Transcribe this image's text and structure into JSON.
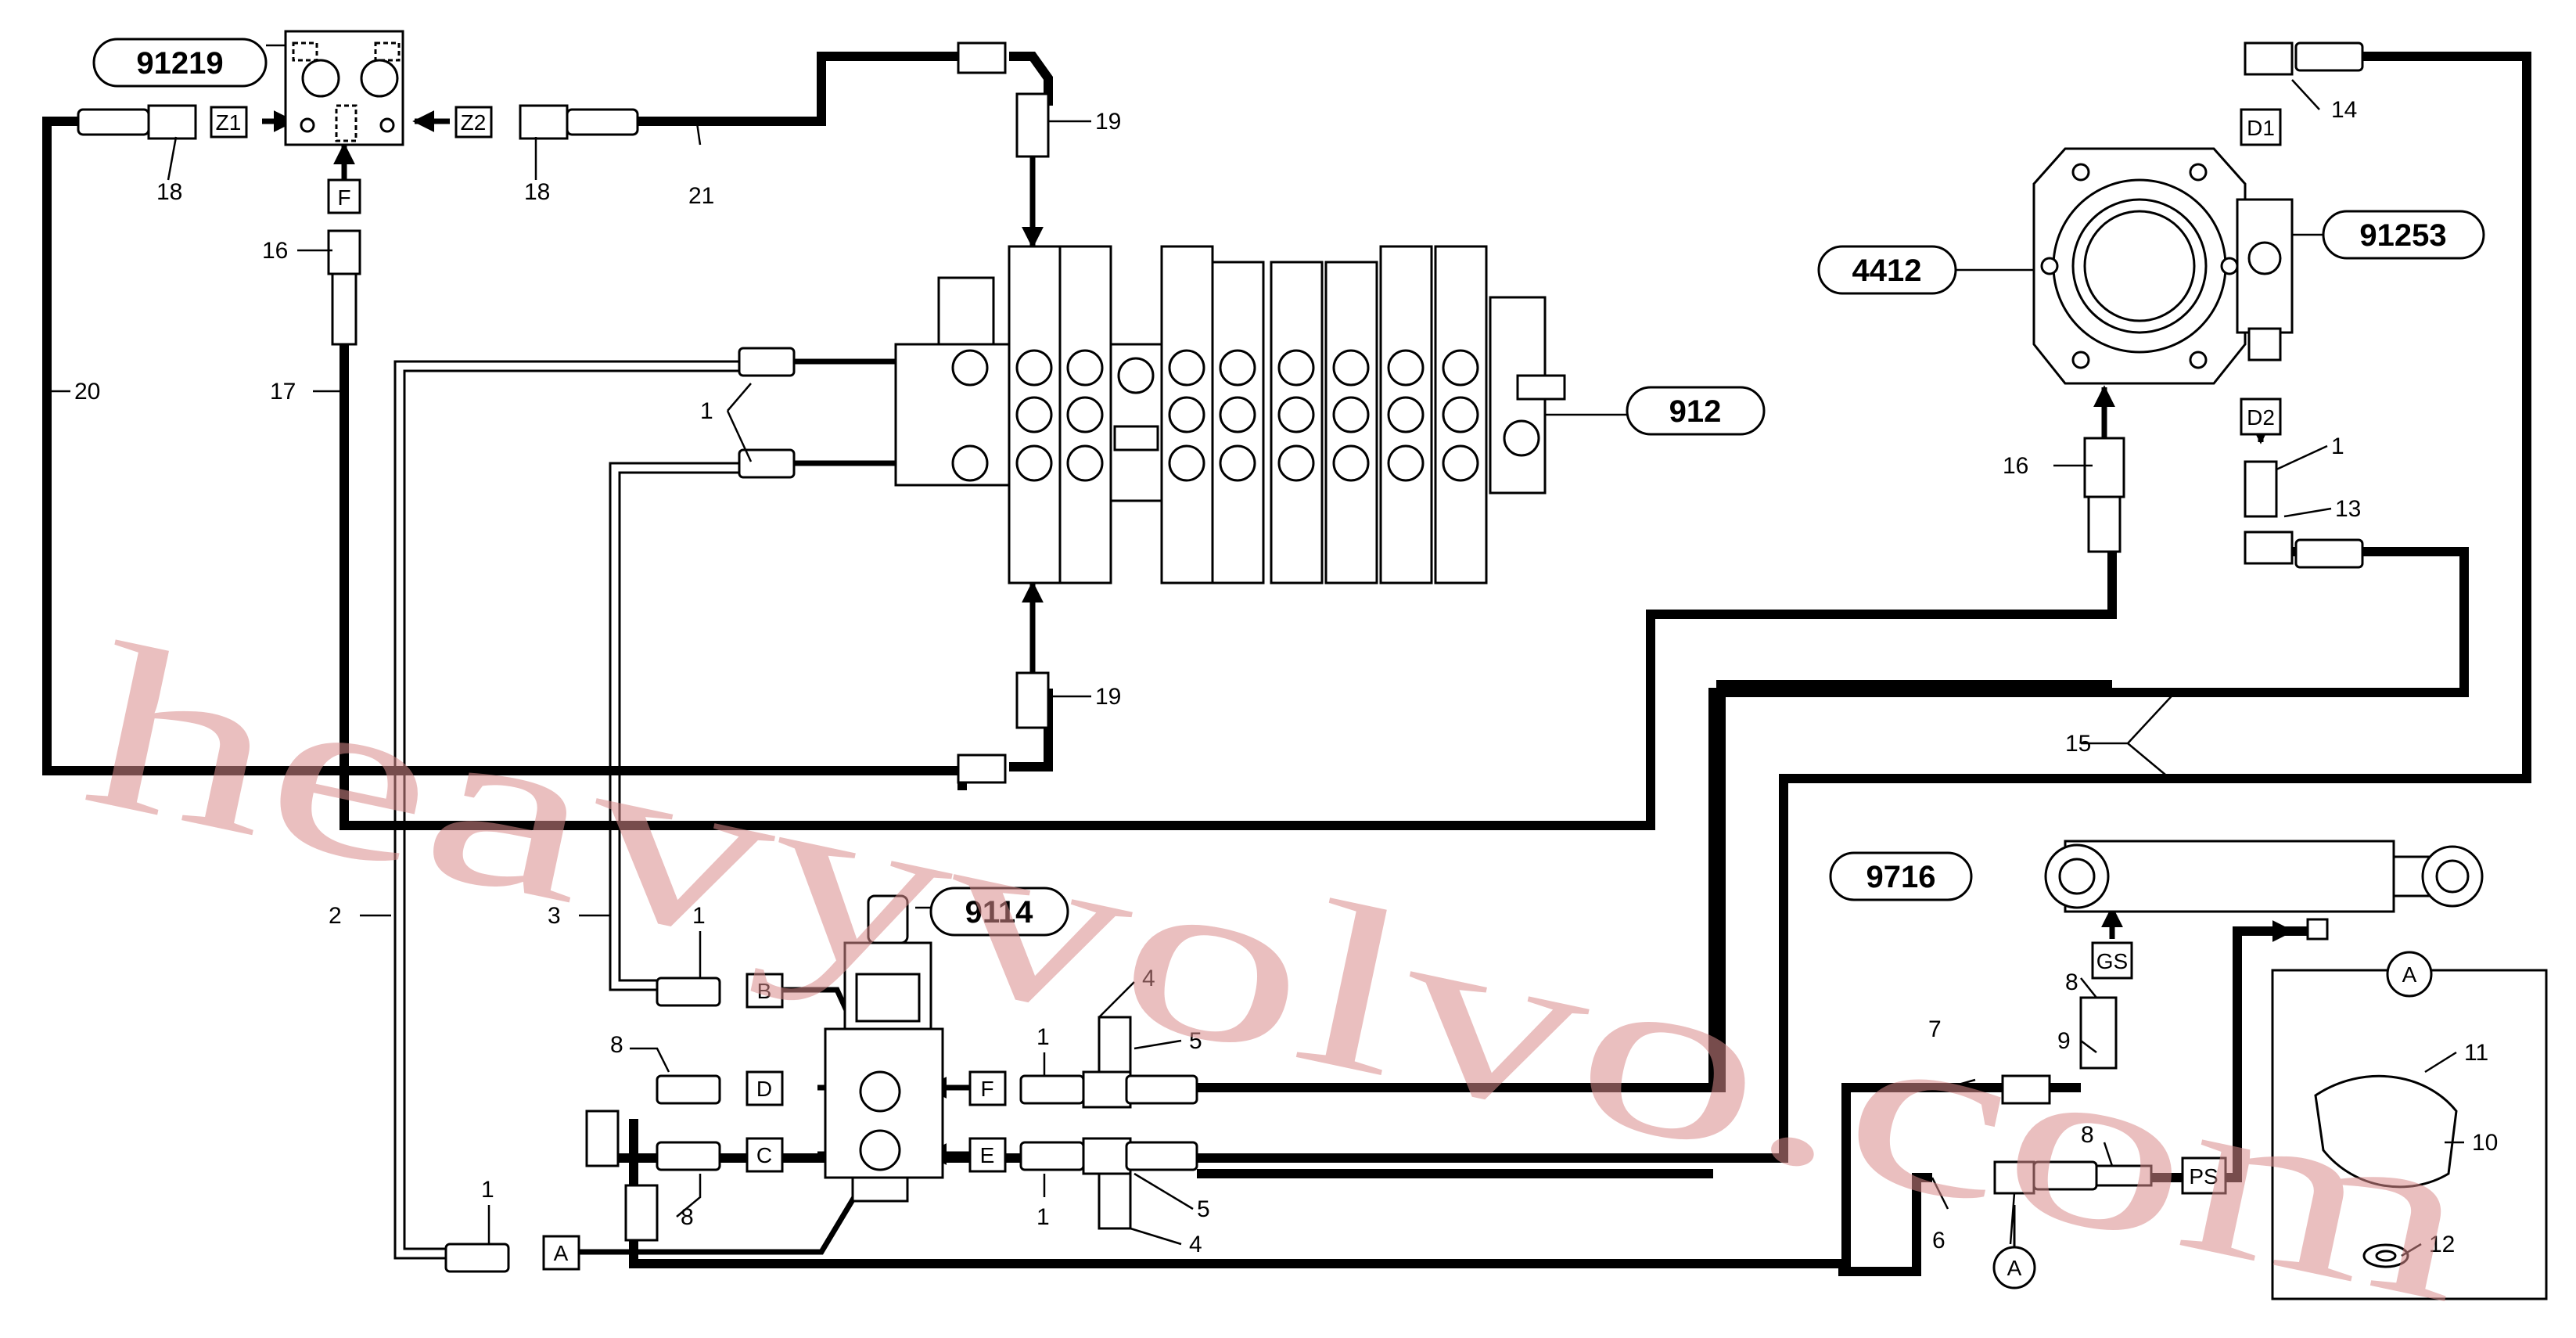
{
  "watermark": "heavyvolvo.com",
  "components": {
    "c91219": "91219",
    "c912": "912",
    "c9114": "9114",
    "c4412": "4412",
    "c91253": "91253",
    "c9716": "9716"
  },
  "ports": {
    "z1": "Z1",
    "z2": "Z2",
    "f_top": "F",
    "d1": "D1",
    "d2": "D2",
    "gs": "GS",
    "b": "B",
    "d": "D",
    "c": "C",
    "a": "A",
    "f_mid": "F",
    "e": "E",
    "ps": "PS"
  },
  "detail": {
    "label": "A",
    "marker": "A"
  },
  "callouts": {
    "n18a": "18",
    "n18b": "18",
    "n21": "21",
    "n19a": "19",
    "n19b": "19",
    "n16a": "16",
    "n20": "20",
    "n17": "17",
    "n1a": "1",
    "n14": "14",
    "n16b": "16",
    "n1b": "1",
    "n13": "13",
    "n15": "15",
    "n2": "2",
    "n3": "3",
    "n1c": "1",
    "n8a": "8",
    "n4a": "4",
    "n1d": "1",
    "n5a": "5",
    "n5b": "5",
    "n1e": "1",
    "n4b": "4",
    "n8b": "8",
    "n1f": "1",
    "n7": "7",
    "n8c": "8",
    "n9": "9",
    "n8d": "8",
    "n6": "6",
    "n11": "11",
    "n10": "10",
    "n12": "12"
  }
}
